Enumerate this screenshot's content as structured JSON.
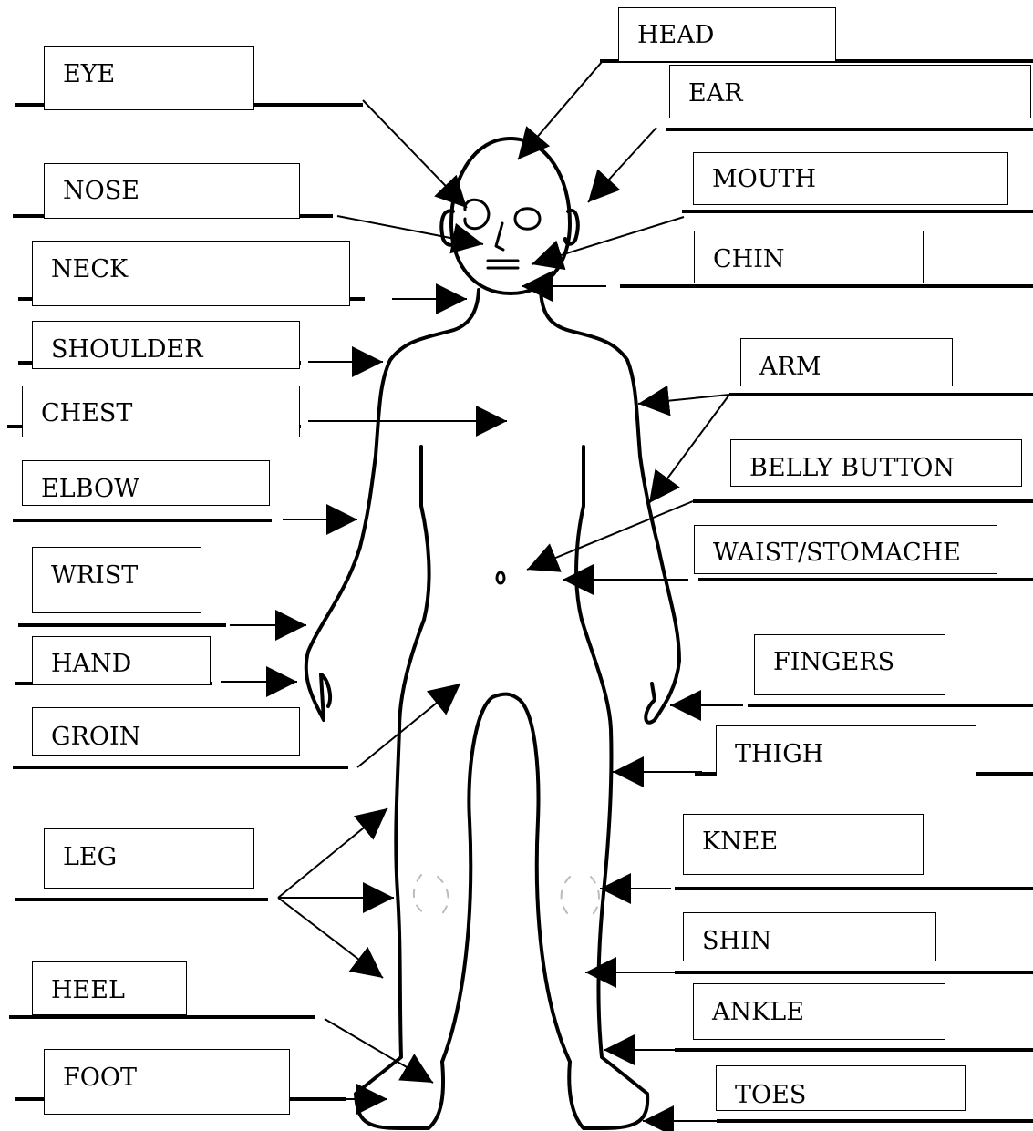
{
  "labels": {
    "head": "HEAD",
    "eye": "EYE",
    "ear": "EAR",
    "nose": "NOSE",
    "mouth": "MOUTH",
    "neck": "NECK",
    "chin": "CHIN",
    "shoulder": "SHOULDER",
    "arm": "ARM",
    "chest": "CHEST",
    "belly_button": "BELLY BUTTON",
    "elbow": "ELBOW",
    "waist": "WAIST/STOMACHE",
    "wrist": "WRIST",
    "fingers": "FINGERS",
    "hand": "HAND",
    "thigh": "THIGH",
    "groin": "GROIN",
    "knee": "KNEE",
    "leg": "LEG",
    "shin": "SHIN",
    "heel": "HEEL",
    "ankle": "ANKLE",
    "foot": "FOOT",
    "toes": "TOES"
  }
}
